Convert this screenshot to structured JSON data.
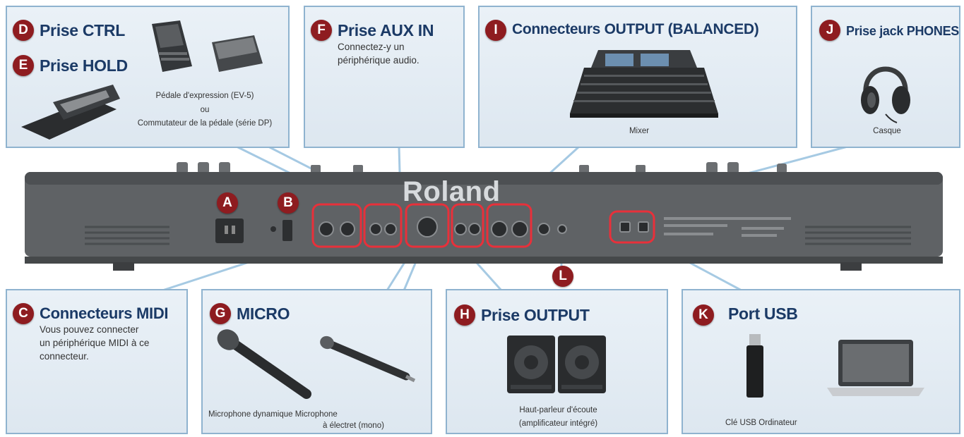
{
  "panels": {
    "D": {
      "badge": "D",
      "title": "Prise CTRL"
    },
    "E": {
      "badge": "E",
      "title": "Prise HOLD",
      "caption_line1": "Pédale d'expression (EV-5)",
      "caption_line2": "ou",
      "caption_line3": "Commutateur de la pédale (série DP)"
    },
    "F": {
      "badge": "F",
      "title": "Prise AUX IN",
      "desc_line1": "Connectez-y un",
      "desc_line2": "périphérique audio."
    },
    "I": {
      "badge": "I",
      "title": "Connecteurs OUTPUT (BALANCED)",
      "caption": "Mixer"
    },
    "J": {
      "badge": "J",
      "title": "Prise jack PHONES",
      "caption": "Casque"
    },
    "C": {
      "badge": "C",
      "title": "Connecteurs MIDI",
      "desc_line1": "Vous pouvez connecter",
      "desc_line2": "un périphérique MIDI à ce",
      "desc_line3": "connecteur."
    },
    "G": {
      "badge": "G",
      "title": "MICRO",
      "caption_line1": "Microphone dynamique Microphone",
      "caption_line2": "à électret (mono)"
    },
    "H": {
      "badge": "H",
      "title": "Prise OUTPUT",
      "caption_line1": "Haut-parleur d'écoute",
      "caption_line2": "(amplificateur intégré)"
    },
    "K": {
      "badge": "K",
      "title": "Port USB",
      "caption": "Clé USB Ordinateur"
    }
  },
  "keyboard": {
    "brand": "Roland",
    "badges": {
      "A": "A",
      "B": "B",
      "L": "L"
    }
  },
  "colors": {
    "panel_border": "#8fb3cf",
    "badge": "#8e1c20",
    "title": "#1b3a66",
    "highlight": "#e8303a"
  }
}
